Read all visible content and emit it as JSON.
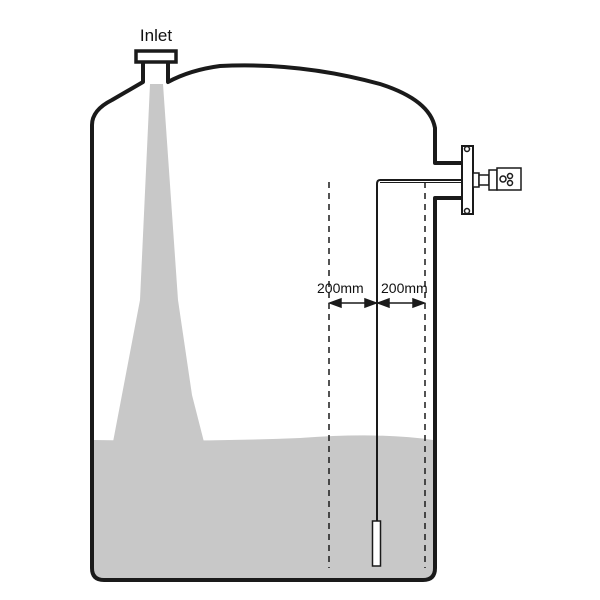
{
  "labels": {
    "inlet": "Inlet",
    "distance_left": "200mm",
    "distance_right": "200mm"
  },
  "colors": {
    "outline": "#1a1a1a",
    "material": "#c8c8c8"
  }
}
